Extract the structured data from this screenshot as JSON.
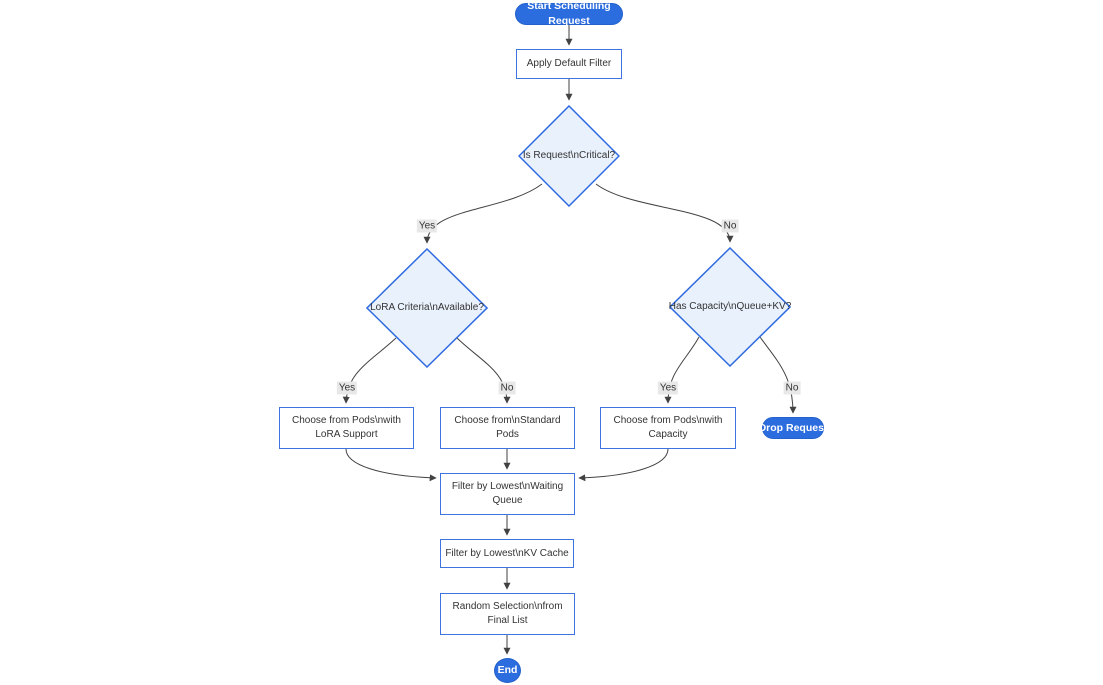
{
  "diagram": {
    "type": "flowchart-top-down",
    "nodes": {
      "start": {
        "label": "Start Scheduling Request",
        "shape": "stadium"
      },
      "apply_filter": {
        "label": "Apply Default Filter",
        "shape": "rect"
      },
      "is_critical": {
        "label": "Is Request\\nCritical?",
        "shape": "diamond"
      },
      "lora_available": {
        "label": "LoRA Criteria\\nAvailable?",
        "shape": "diamond"
      },
      "has_capacity": {
        "label": "Has Capacity\\nQueue+KV?",
        "shape": "diamond"
      },
      "pods_lora": {
        "label": "Choose from Pods\\nwith LoRA Support",
        "shape": "rect"
      },
      "standard_pods": {
        "label": "Choose from\\nStandard Pods",
        "shape": "rect"
      },
      "pods_capacity": {
        "label": "Choose from Pods\\nwith Capacity",
        "shape": "rect"
      },
      "drop_request": {
        "label": "Drop Request",
        "shape": "stadium"
      },
      "filter_waiting": {
        "label": "Filter by Lowest\\nWaiting Queue",
        "shape": "rect"
      },
      "filter_kv": {
        "label": "Filter by Lowest\\nKV Cache",
        "shape": "rect"
      },
      "random_selection": {
        "label": "Random Selection\\nfrom Final List",
        "shape": "rect"
      },
      "end": {
        "label": "End",
        "shape": "circle"
      }
    },
    "edge_labels": {
      "critical_yes": "Yes",
      "critical_no": "No",
      "lora_yes": "Yes",
      "lora_no": "No",
      "capacity_yes": "Yes",
      "capacity_no": "No"
    },
    "colors": {
      "node_blue": "#2b6cde",
      "rect_border": "#3d74e0",
      "diamond_fill": "#e9f1fc",
      "diamond_border": "#2f6be0",
      "edge_line": "#424242",
      "edge_label_bg": "#e8e8e8",
      "text": "#333333"
    }
  }
}
